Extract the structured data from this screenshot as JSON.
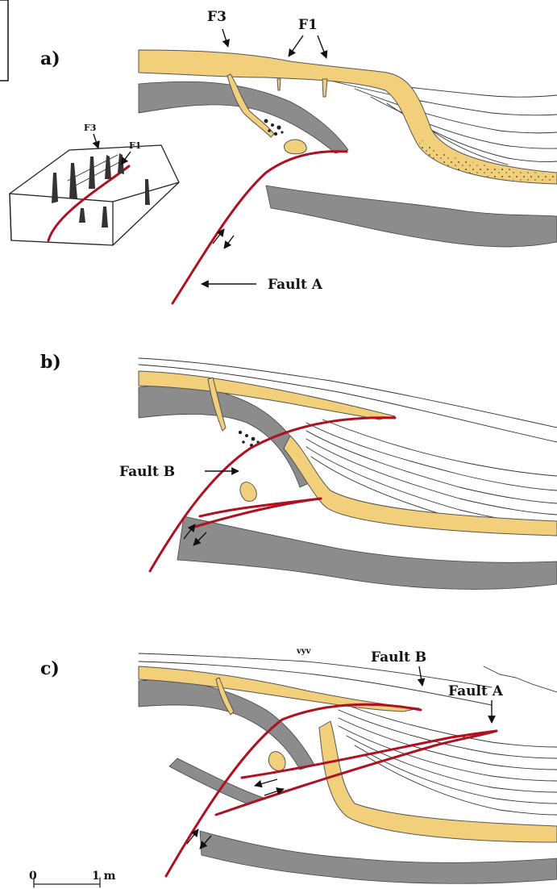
{
  "colors": {
    "sand": "#f2cf7a",
    "shale": "#8c8c8c",
    "fault": "#b01020",
    "ink": "#111111"
  },
  "panels": {
    "a": {
      "label": "a)",
      "callouts": {
        "f3": "F3",
        "f1": "F1",
        "fault_a": "Fault A"
      },
      "inset": {
        "f3": "F3",
        "f1": "F1"
      }
    },
    "b": {
      "label": "b)",
      "callouts": {
        "fault_b": "Fault B"
      }
    },
    "c": {
      "label": "c)",
      "callouts": {
        "fault_b": "Fault B",
        "fault_a": "Fault A"
      }
    }
  },
  "scale_bar": {
    "start": "0",
    "end": "1 m"
  }
}
